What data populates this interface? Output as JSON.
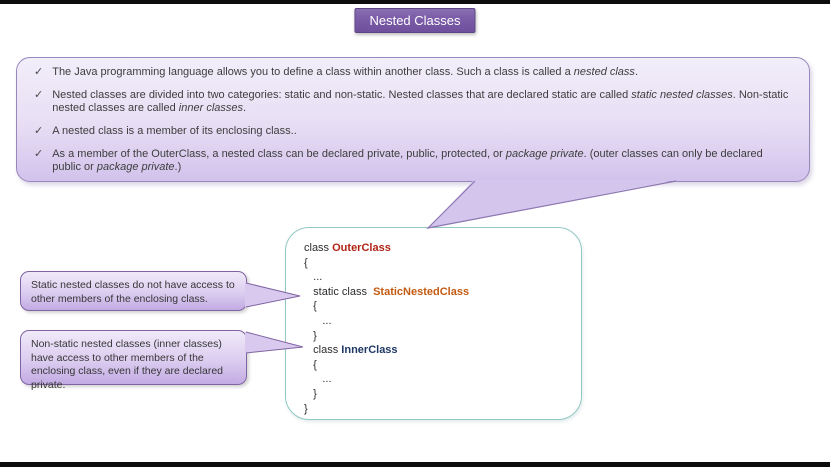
{
  "title": "Nested Classes",
  "checkmark_glyph": "✓",
  "bubble": {
    "bullets": [
      {
        "segments": [
          {
            "t": "The Java programming language allows you to define a class within another class. Such a class is called a "
          },
          {
            "t": "nested class",
            "i": true
          },
          {
            "t": "."
          }
        ]
      },
      {
        "segments": [
          {
            "t": "Nested classes are divided into two categories: static and non-static. Nested classes that are declared static are called "
          },
          {
            "t": "static nested classes",
            "i": true
          },
          {
            "t": ". Non-static nested classes are called "
          },
          {
            "t": "inner classes",
            "i": true
          },
          {
            "t": "."
          }
        ]
      },
      {
        "segments": [
          {
            "t": "A nested class is a member of its enclosing class.."
          }
        ]
      },
      {
        "segments": [
          {
            "t": "As a member of the OuterClass, a nested class can be declared private, public, protected, or "
          },
          {
            "t": "package private",
            "i": true
          },
          {
            "t": ". (outer classes can only be declared public or "
          },
          {
            "t": "package private",
            "i": true
          },
          {
            "t": ".)"
          }
        ]
      }
    ]
  },
  "callouts": [
    {
      "text": "Static nested classes do not have access to other members of the enclosing class."
    },
    {
      "text": "Non-static nested classes (inner classes) have access to other members of the enclosing class, even if they are declared private."
    }
  ],
  "code": {
    "lines": [
      [
        {
          "t": "class "
        },
        {
          "t": "OuterClass",
          "c": "outer"
        }
      ],
      [
        {
          "t": "{"
        }
      ],
      [
        {
          "t": "   ..."
        }
      ],
      [
        {
          "t": "   static class  "
        },
        {
          "t": "StaticNestedClass",
          "c": "static"
        }
      ],
      [
        {
          "t": "   {"
        }
      ],
      [
        {
          "t": "      ..."
        }
      ],
      [
        {
          "t": "   }"
        }
      ],
      [
        {
          "t": "   class "
        },
        {
          "t": "InnerClass",
          "c": "inner"
        }
      ],
      [
        {
          "t": "   {"
        }
      ],
      [
        {
          "t": "      ..."
        }
      ],
      [
        {
          "t": "   }"
        }
      ],
      [
        {
          "t": "}"
        }
      ]
    ]
  },
  "colors": {
    "title_fill": "#7a5ba7",
    "title_border": "#5b4384",
    "bubble_fill_bottom": "#d2c2ec",
    "bubble_border": "#9887bb",
    "callout_border": "#8064a2",
    "code_box_border": "#92c7c3",
    "outer_class_text": "#b02418",
    "static_nested_class_text": "#c55a11",
    "inner_class_text": "#1f3864"
  }
}
